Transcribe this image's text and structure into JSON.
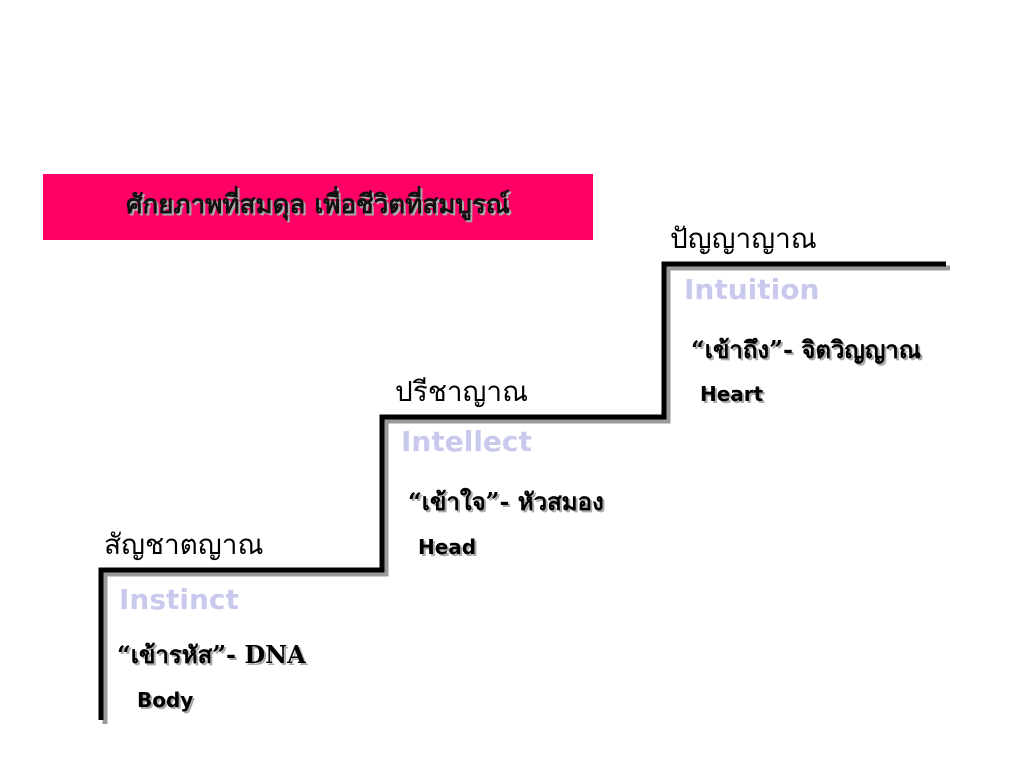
{
  "title": "ศักยภาพที่สมดุล เพื่อชีวิตที่สมบูรณ์",
  "colors": {
    "banner": "#ff0066",
    "english_term": "#c9c9ee",
    "line": "#000000"
  },
  "levels": [
    {
      "thai": "สัญชาตญาณ",
      "english": "Instinct",
      "quote": "“เข้ารหัส”- DNA",
      "organ": "Body"
    },
    {
      "thai": "ปรีชาญาณ",
      "english": "Intellect",
      "quote": "“เข้าใจ”- หัวสมอง",
      "organ": "Head"
    },
    {
      "thai": "ปัญญาญาณ",
      "english": "Intuition",
      "quote": "“เข้าถึง”- จิตวิญญาณ",
      "organ": "Heart"
    }
  ]
}
